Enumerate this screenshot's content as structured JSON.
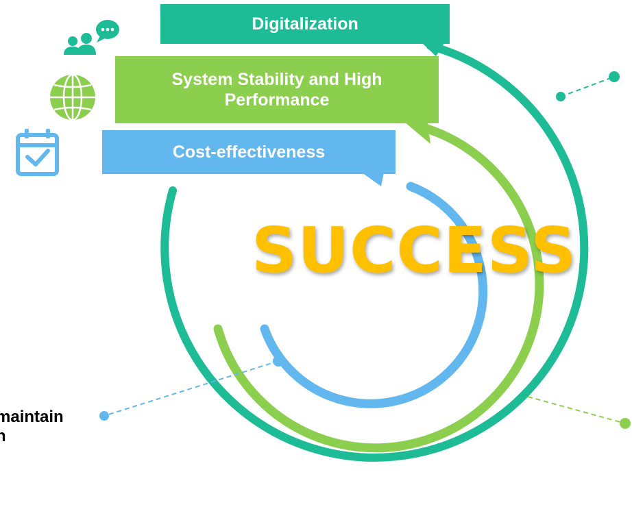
{
  "labels": {
    "digitalization": "Digitalization",
    "system_stability": "System Stability and High Performance",
    "cost_effectiveness": "Cost-effectiveness",
    "success": "SUCCESS",
    "side_text_line1": "maintain",
    "side_text_line2": "n"
  },
  "icons": [
    "people-chat-icon",
    "globe-icon",
    "calendar-check-icon"
  ],
  "colors": {
    "teal": "#1dbb96",
    "green": "#8ccf4f",
    "blue": "#62b7ee",
    "success": "#ffc000"
  }
}
